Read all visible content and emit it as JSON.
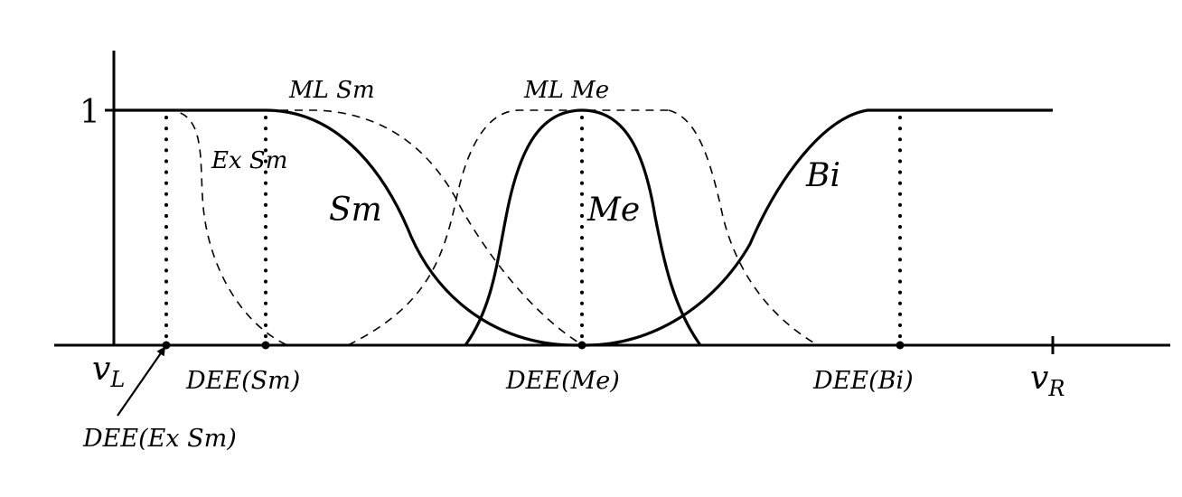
{
  "axis": {
    "y_tick": "1",
    "x_left": "v",
    "x_left_sub": "L",
    "x_right": "v",
    "x_right_sub": "R"
  },
  "sets": {
    "sm": "Sm",
    "me": "Me",
    "bi": "Bi"
  },
  "dashed_labels": {
    "ex_sm": "Ex Sm",
    "ml_sm": "ML Sm",
    "ml_me": "ML Me"
  },
  "points": {
    "dee_ex_sm": "DEE(Ex Sm)",
    "dee_sm": "DEE(Sm)",
    "dee_me": "DEE(Me)",
    "dee_bi": "DEE(Bi)"
  }
}
